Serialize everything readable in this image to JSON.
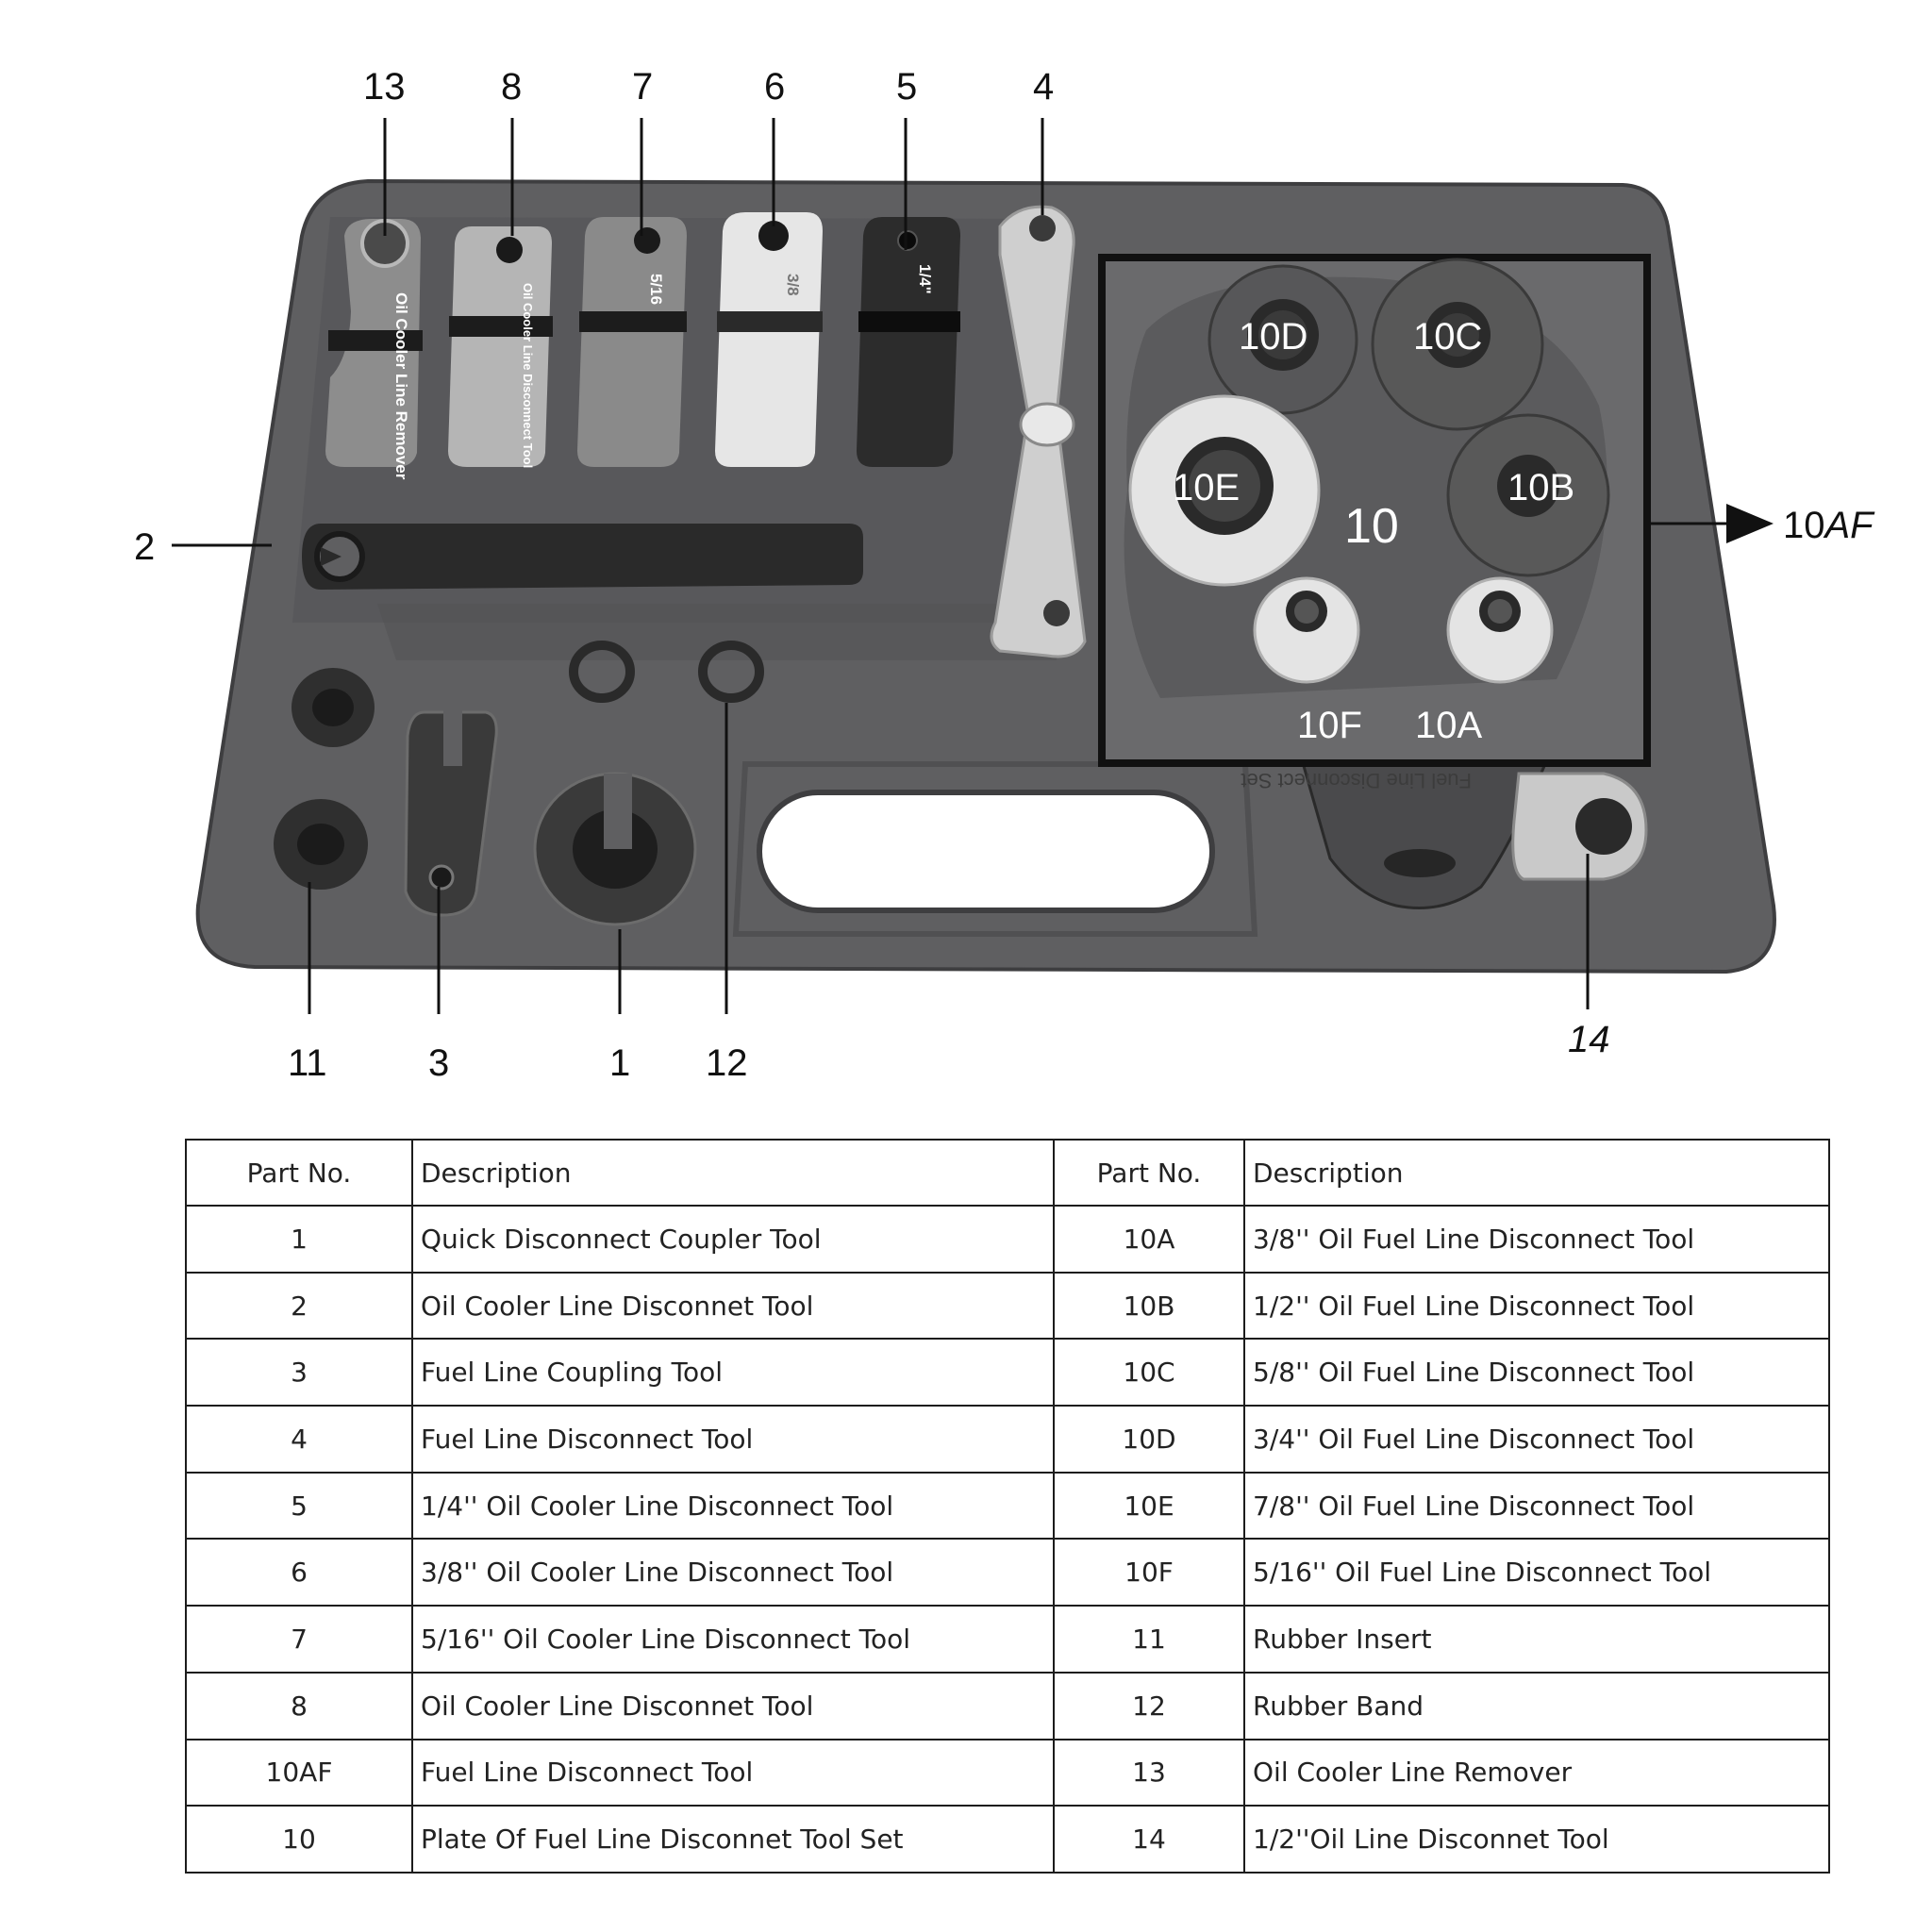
{
  "diagram": {
    "callouts": {
      "c13": "13",
      "c8": "8",
      "c7": "7",
      "c6": "6",
      "c5": "5",
      "c4": "4",
      "c2": "2",
      "c10af": "10",
      "c10af_suffix": "AF",
      "c11": "11",
      "c3": "3",
      "c1": "1",
      "c12": "12",
      "c14": "14"
    },
    "inset": {
      "d": "10D",
      "c": "10C",
      "e": "10E",
      "b": "10B",
      "center": "10",
      "f": "10F",
      "a": "10A"
    },
    "tool_marks": {
      "t13": "Oil Cooler Line Remover",
      "t8": "Oil Cooler Line Disconnect Tool",
      "t7": "5/16",
      "t6": "3/8",
      "t5": "1/4\""
    },
    "plate_marks": {
      "brand": "Fuel Line Disconnect Set"
    },
    "colors": {
      "tray": "#5f5f61",
      "tray_dark": "#4a4a4c",
      "tool_light": "#d9d9d9",
      "tool_mid": "#9a9a9a",
      "tool_dark": "#2a2a2a",
      "inset_frame": "#111111"
    }
  },
  "table": {
    "headers": [
      "Part No.",
      "Description",
      "Part No.",
      "Description"
    ],
    "rows": [
      [
        "1",
        "Quick Disconnect Coupler Tool",
        "10A",
        "3/8'' Oil Fuel Line Disconnect Tool"
      ],
      [
        "2",
        "Oil Cooler Line Disconnet Tool",
        "10B",
        "1/2'' Oil Fuel Line Disconnect Tool"
      ],
      [
        "3",
        "Fuel Line Coupling Tool",
        "10C",
        "5/8'' Oil Fuel Line Disconnect Tool"
      ],
      [
        "4",
        "Fuel Line Disconnect Tool",
        "10D",
        "3/4'' Oil Fuel Line Disconnect Tool"
      ],
      [
        "5",
        "1/4'' Oil Cooler Line Disconnect Tool",
        "10E",
        "7/8'' Oil Fuel Line Disconnect Tool"
      ],
      [
        "6",
        "3/8'' Oil Cooler Line Disconnect Tool",
        "10F",
        "5/16'' Oil Fuel Line Disconnect Tool"
      ],
      [
        "7",
        "5/16'' Oil Cooler Line Disconnect Tool",
        "11",
        "Rubber Insert"
      ],
      [
        "8",
        "Oil Cooler Line Disconnet Tool",
        "12",
        "Rubber Band"
      ],
      [
        "10AF",
        "Fuel Line Disconnect Tool",
        "13",
        "Oil Cooler Line Remover"
      ],
      [
        "10",
        "Plate Of Fuel Line Disconnet Tool Set",
        "14",
        "1/2''Oil Line Disconnet Tool"
      ]
    ]
  }
}
